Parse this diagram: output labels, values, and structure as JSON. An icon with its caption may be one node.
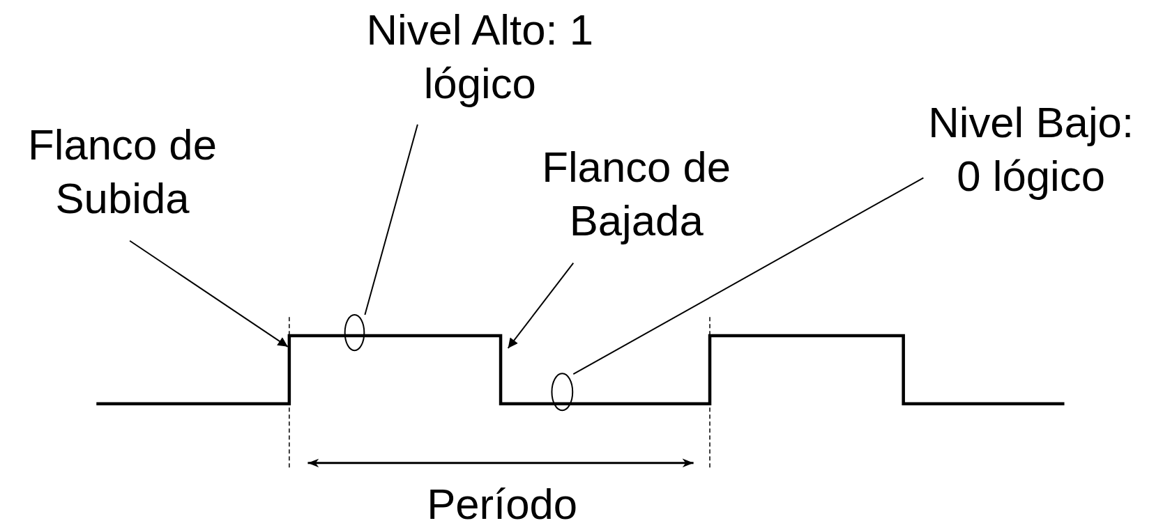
{
  "diagram": {
    "nodes": [
      {
        "text": [
          "Flanco de Subida"
        ]
      },
      {
        "text": [
          "Nivel Alto: 1 lógico"
        ]
      },
      {
        "text": [
          "Flanco de Bajada"
        ]
      },
      {
        "text": [
          "Nivel Bajo: 0 lógico"
        ]
      },
      {
        "text": [],
        "shape": "ellipse"
      },
      {
        "text": [],
        "shape": "ellipse"
      }
    ],
    "edges": [
      {
        "from": 0,
        "to": null,
        "arrow": "to"
      },
      {
        "from": 1,
        "to": 4,
        "arrow": "none"
      },
      {
        "from": 2,
        "to": null,
        "arrow": "to"
      },
      {
        "from": 3,
        "to": 5,
        "arrow": "none"
      }
    ],
    "labels": [
      "Período"
    ]
  }
}
